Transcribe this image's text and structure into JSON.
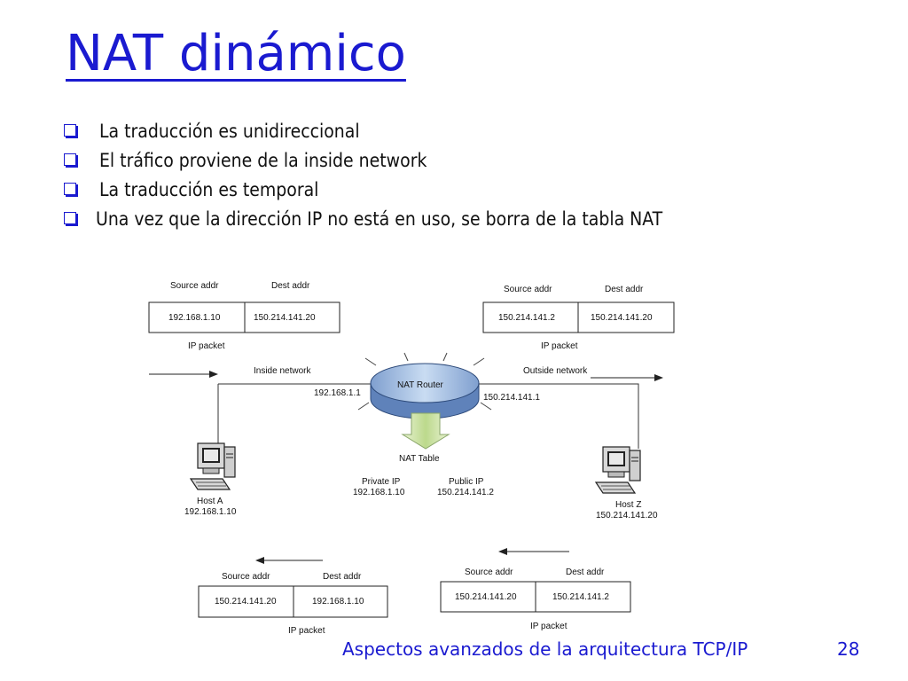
{
  "slide": {
    "title": "NAT dinámico",
    "bullets": [
      " La traducción es unidireccional",
      " El tráfico proviene de la inside network",
      " La traducción es temporal",
      "Una vez que la dirección IP no está en uso, se borra de la tabla NAT"
    ],
    "footer": "Aspectos avanzados de la arquitectura TCP/IP",
    "page_number": "28"
  },
  "diagram": {
    "packet_top_left": {
      "source_label": "Source addr",
      "dest_label": "Dest addr",
      "source": "192.168.1.10",
      "dest": "150.214.141.20",
      "caption": "IP packet"
    },
    "packet_top_right": {
      "source_label": "Source addr",
      "dest_label": "Dest addr",
      "source": "150.214.141.2",
      "dest": "150.214.141.20",
      "caption": "IP packet"
    },
    "packet_bottom_left": {
      "source_label": "Source addr",
      "dest_label": "Dest addr",
      "source": "150.214.141.20",
      "dest": "192.168.1.10",
      "caption": "IP packet"
    },
    "packet_bottom_right": {
      "source_label": "Source addr",
      "dest_label": "Dest addr",
      "source": "150.214.141.20",
      "dest": "150.214.141.2",
      "caption": "IP packet"
    },
    "inside_network": "Inside network",
    "outside_network": "Outside network",
    "router": {
      "label": "NAT Router",
      "inside_ip": "192.168.1.1",
      "outside_ip": "150.214.141.1"
    },
    "nat_table": {
      "label": "NAT Table",
      "private_header": "Private IP",
      "public_header": "Public   IP",
      "private_ip": "192.168.1.10",
      "public_ip": "150.214.141.2"
    },
    "host_a": {
      "name": "Host A",
      "ip": "192.168.1.10"
    },
    "host_z": {
      "name": "Host Z",
      "ip": "150.214.141.20"
    }
  },
  "colors": {
    "accent": "#1a1ad0",
    "router_fill": "#a9c4e4",
    "arrow_fill": "#cfe3a8"
  }
}
